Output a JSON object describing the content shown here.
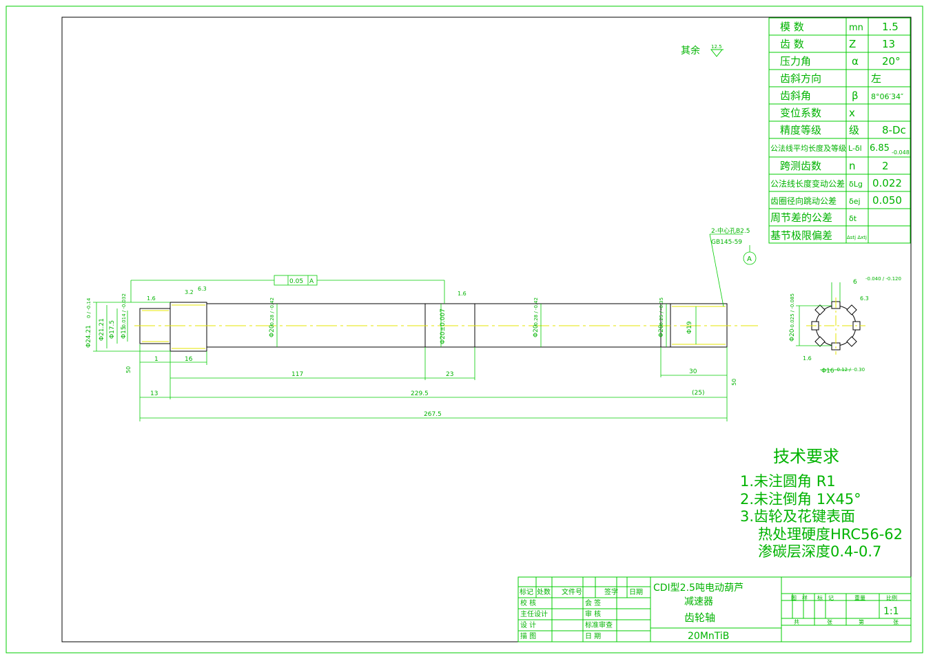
{
  "colors": {
    "line": "#00cc00",
    "text": "#00b300",
    "center": "#e6e600",
    "white": "#ffffff"
  },
  "surface_note": {
    "label": "其余",
    "value": "12.5"
  },
  "param_table": [
    {
      "name": "模    数",
      "sym": "mn",
      "val": "1.5"
    },
    {
      "name": "齿    数",
      "sym": "Z",
      "val": "13"
    },
    {
      "name": "压力角",
      "sym": "α",
      "val": "20°"
    },
    {
      "name": "齿斜方向",
      "sym": "",
      "val": "左"
    },
    {
      "name": "齿斜角",
      "sym": "β",
      "val": "8°06′34″"
    },
    {
      "name": "变位系数",
      "sym": "x",
      "val": ""
    },
    {
      "name": "精度等级",
      "sym": "级",
      "val": "8-Dc"
    },
    {
      "name": "公法线平均长度及等级",
      "sym": "L-δl",
      "val": "6.85",
      "val_sub": "-0.048"
    },
    {
      "name": "跨测齿数",
      "sym": "n",
      "val": "2"
    },
    {
      "name": "公法线长度变动公差",
      "sym": "δLg",
      "val": "0.022"
    },
    {
      "name": "齿圈径向跳动公差",
      "sym": "δej",
      "val": "0.050"
    },
    {
      "name": "周节差的公差",
      "sym": "δt",
      "val": ""
    },
    {
      "name": "基节极限偏差",
      "sym": "Δstj Δxtj",
      "val": ""
    }
  ],
  "dims": {
    "d_24": "Φ24.21",
    "d_24_tol": "0 / -0.14",
    "d_21": "Φ21.21",
    "d_17": "Φ17.5",
    "d_15": "Φ15",
    "d_15_tol": "-0.014 / -0.032",
    "d_20a": "Φ20",
    "d_20a_tol": "-0.28 / -0.42",
    "d_20b": "Φ20±0.007",
    "d_20c": "Φ20",
    "d_20c_tol": "-0.28 / -0.42",
    "d_20d": "Φ20",
    "d_20d_tol": "-0.25 / -0.35",
    "d_19": "Φ19",
    "l_1": "1",
    "l_16": "16",
    "l_117": "117",
    "l_23": "23",
    "l_30": "30",
    "l_13": "13",
    "l_229": "229.5",
    "l_25": "(25)",
    "l_267": "267.5",
    "rough_16": "1.6",
    "rough_32": "3.2",
    "rough_63": "6.3",
    "rough_16b": "1.6",
    "rough_50": "50",
    "rough_50b": "50",
    "runout": "0.05",
    "datum": "A",
    "center_hole": "2-中心孔B2.5",
    "center_std": "GB145-59",
    "datum_a": "A"
  },
  "section": {
    "d_20": "Φ20",
    "d_20_tol": "-0.025 / -0.085",
    "width": "6",
    "width_tol": "-0.040 / -0.120",
    "d_16": "Φ16",
    "d_16_tol": "-0.12 / -0.30",
    "rough_63": "6.3",
    "rough_16": "1.6"
  },
  "tech": {
    "title": "技术要求",
    "items": [
      "1.未注圆角  R1",
      "2.未注倒角  1X45°",
      "3.齿轮及花键表面",
      "热处理硬度HRC56-62",
      "渗碳层深度0.4-0.7"
    ]
  },
  "title_block": {
    "hdr": [
      "标记",
      "处数",
      "文件号",
      "签字",
      "日期"
    ],
    "rows": [
      "校    核",
      "主任设计",
      "设    计",
      "描    图"
    ],
    "rows2": [
      "会    签",
      "审    核",
      "标准审查",
      "日    期"
    ],
    "name1": "CDⅠ型2.5吨电动葫芦",
    "name2": "减速器",
    "name3": "齿轮轴",
    "material": "20MnTiB",
    "r_hdr": [
      "图",
      "样",
      "标",
      "记",
      "重量",
      "比例"
    ],
    "scale": "1:1",
    "r_foot": [
      "共",
      "张",
      "第",
      "张"
    ]
  }
}
